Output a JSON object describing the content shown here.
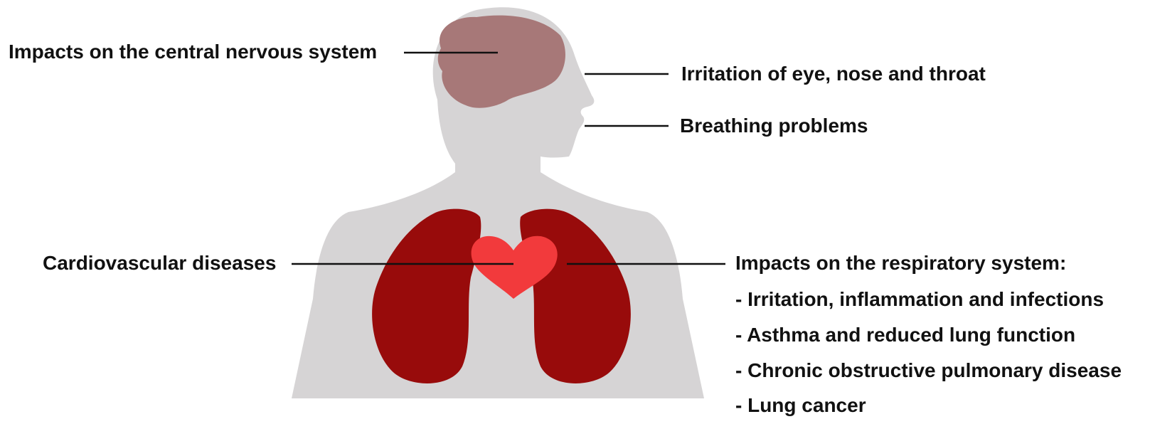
{
  "labels": {
    "cns": "Impacts on the central nervous system",
    "eye": "Irritation of eye, nose and throat",
    "breathing": "Breathing problems",
    "cardio": "Cardiovascular diseases",
    "respiratory_title": "Impacts on the respiratory system:",
    "respiratory_items": [
      "- Irritation, inflammation and infections",
      "- Asthma and reduced lung function",
      "- Chronic obstructive pulmonary disease",
      "- Lung cancer"
    ]
  },
  "colors": {
    "silhouette": "#d6d4d5",
    "brain": "#a77878",
    "lungs": "#980b0b",
    "heart": "#f23a3c",
    "text": "#111111",
    "leader_line": "#111111"
  }
}
